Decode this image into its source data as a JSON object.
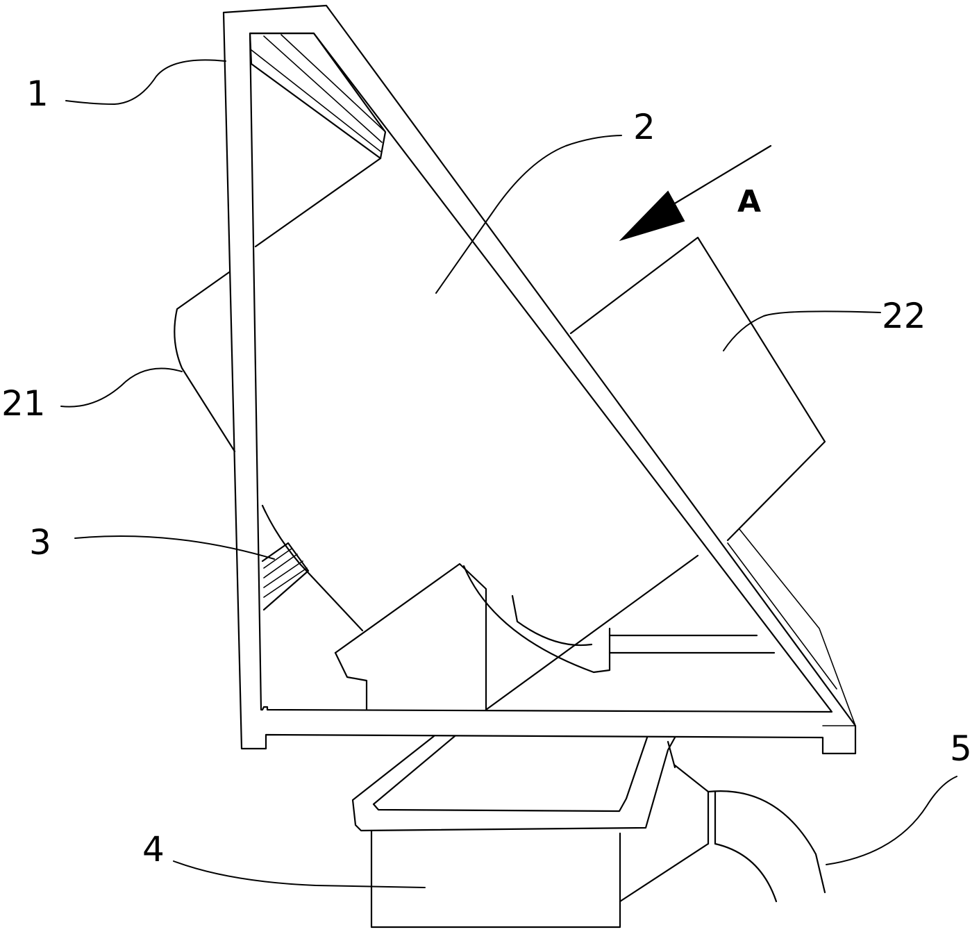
{
  "labels": {
    "frame": "1",
    "body": "2",
    "left_part": "21",
    "right_part": "22",
    "pad": "3",
    "bin": "4",
    "pipe": "5",
    "view": "A"
  }
}
